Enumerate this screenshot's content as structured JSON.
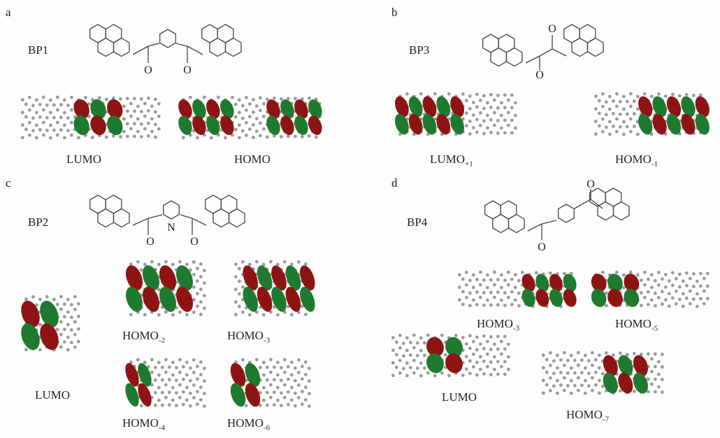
{
  "panels": {
    "a": {
      "letter": "a",
      "compound": "BP1",
      "orbitals": [
        {
          "base": "LUMO",
          "sub": ""
        },
        {
          "base": "HOMO",
          "sub": ""
        }
      ]
    },
    "b": {
      "letter": "b",
      "compound": "BP3",
      "orbitals": [
        {
          "base": "LUMO",
          "sub": "+1"
        },
        {
          "base": "HOMO",
          "sub": "-1"
        }
      ]
    },
    "c": {
      "letter": "c",
      "compound": "BP2",
      "orbitals": [
        {
          "base": "LUMO",
          "sub": ""
        },
        {
          "base": "HOMO",
          "sub": "-2"
        },
        {
          "base": "HOMO",
          "sub": "-3"
        },
        {
          "base": "HOMO",
          "sub": "-4"
        },
        {
          "base": "HOMO",
          "sub": "-6"
        }
      ]
    },
    "d": {
      "letter": "d",
      "compound": "BP4",
      "orbitals": [
        {
          "base": "HOMO",
          "sub": "-3"
        },
        {
          "base": "HOMO",
          "sub": "-5"
        },
        {
          "base": "LUMO",
          "sub": ""
        },
        {
          "base": "HOMO",
          "sub": "-7"
        }
      ]
    }
  },
  "atoms": {
    "oxygen": "O",
    "nitrogen": "N"
  },
  "colors": {
    "lobe_positive": "#8e1414",
    "lobe_negative": "#1e7a2e",
    "carbon": "#9a9a9a",
    "hydrogen": "#d0d0d0",
    "oxygen": "#d01010",
    "nitrogen": "#2030a0"
  }
}
